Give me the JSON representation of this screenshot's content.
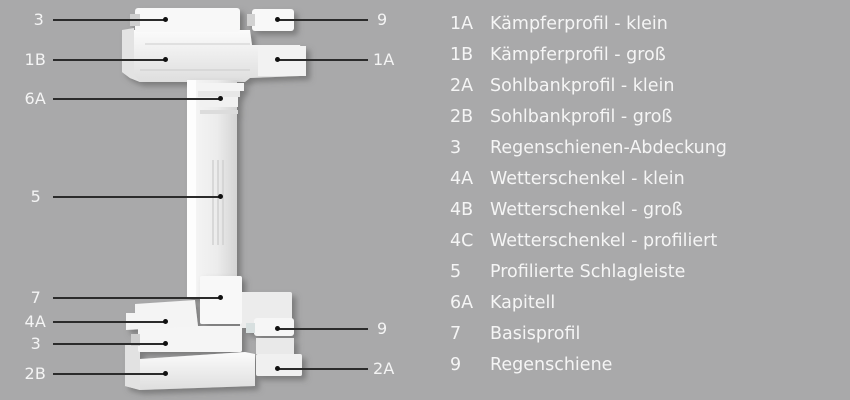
{
  "colors": {
    "background": "#a9a9aa",
    "text": "#f4f4f4",
    "leader_line": "#2b2b2b",
    "profile_white": "#f3f3f3",
    "profile_shade": "#d9d9d9"
  },
  "callouts": {
    "top": [
      {
        "code": "3",
        "side": "left"
      },
      {
        "code": "9",
        "side": "right"
      },
      {
        "code": "1B",
        "side": "left"
      },
      {
        "code": "1A",
        "side": "right"
      },
      {
        "code": "6A",
        "side": "left"
      }
    ],
    "middle": [
      {
        "code": "5",
        "side": "left"
      }
    ],
    "bottom": [
      {
        "code": "7",
        "side": "left"
      },
      {
        "code": "4A",
        "side": "left"
      },
      {
        "code": "9",
        "side": "right"
      },
      {
        "code": "3",
        "side": "left"
      },
      {
        "code": "2B",
        "side": "left"
      },
      {
        "code": "2A",
        "side": "right"
      }
    ]
  },
  "legend": {
    "items": [
      {
        "code": "1A",
        "label": "Kämpferprofil - klein"
      },
      {
        "code": "1B",
        "label": "Kämpferprofil - groß"
      },
      {
        "code": "2A",
        "label": "Sohlbankprofil - klein"
      },
      {
        "code": "2B",
        "label": "Sohlbankprofil - groß"
      },
      {
        "code": "3",
        "label": "Regenschienen-Abdeckung"
      },
      {
        "code": "4A",
        "label": "Wetterschenkel - klein"
      },
      {
        "code": "4B",
        "label": "Wetterschenkel - groß"
      },
      {
        "code": "4C",
        "label": "Wetterschenkel - profiliert"
      },
      {
        "code": "5",
        "label": "Profilierte Schlagleiste"
      },
      {
        "code": "6A",
        "label": "Kapitell"
      },
      {
        "code": "7",
        "label": "Basisprofil"
      },
      {
        "code": "9",
        "label": "Regenschiene"
      }
    ]
  }
}
